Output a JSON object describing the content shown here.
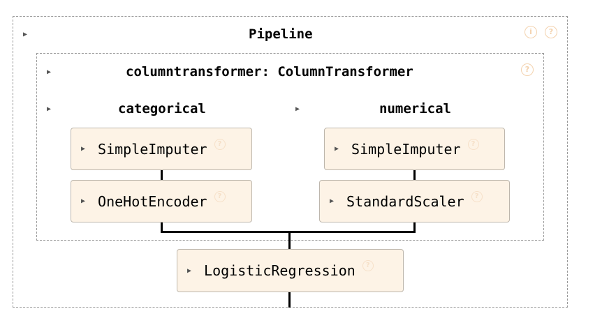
{
  "pipeline": {
    "title": "Pipeline",
    "info_icon": "i",
    "help_icon": "?"
  },
  "column_transformer": {
    "title": "columntransformer: ColumnTransformer",
    "help_icon": "?"
  },
  "categorical": {
    "title": "categorical",
    "steps": [
      {
        "label": "SimpleImputer",
        "help_icon": "?"
      },
      {
        "label": "OneHotEncoder",
        "help_icon": "?"
      }
    ]
  },
  "numerical": {
    "title": "numerical",
    "steps": [
      {
        "label": "SimpleImputer",
        "help_icon": "?"
      },
      {
        "label": "StandardScaler",
        "help_icon": "?"
      }
    ]
  },
  "final_estimator": {
    "label": "LogisticRegression",
    "help_icon": "?"
  },
  "colors": {
    "estimator_bg": "#fdf3e6",
    "help_icon": "#f3d2ae",
    "connector": "#000000"
  }
}
